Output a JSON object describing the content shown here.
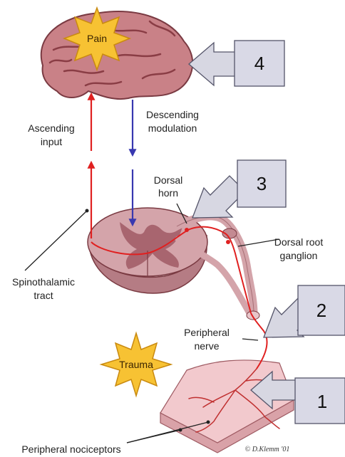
{
  "labels": {
    "pain": "Pain",
    "trauma": "Trauma",
    "ascending": [
      "Ascending",
      "input"
    ],
    "descending": [
      "Descending",
      "modulation"
    ],
    "dorsal_horn": [
      "Dorsal",
      "horn"
    ],
    "dorsal_root_ganglion": [
      "Dorsal root",
      "ganglion"
    ],
    "spinothalamic_tract": [
      "Spinothalamic",
      "tract"
    ],
    "peripheral_nerve": [
      "Peripheral",
      "nerve"
    ],
    "peripheral_nociceptors": "Peripheral nociceptors",
    "credit": "© D.Klemm '01"
  },
  "callouts": [
    {
      "number": "4"
    },
    {
      "number": "3"
    },
    {
      "number": "2"
    },
    {
      "number": "1"
    }
  ],
  "colors": {
    "brain": "#c98187",
    "brain_gyri": "#8a3d45",
    "ascending_pathway": "#e02020",
    "descending_pathway": "#3838b0",
    "spinal_cord": "#d4a4aa",
    "grey_matter": "#a8656f",
    "skin": "#f2c9cd",
    "starburst": "#f7c233",
    "callout_box": "#d9d9e6",
    "callout_arrow": "#d7d7e2"
  }
}
